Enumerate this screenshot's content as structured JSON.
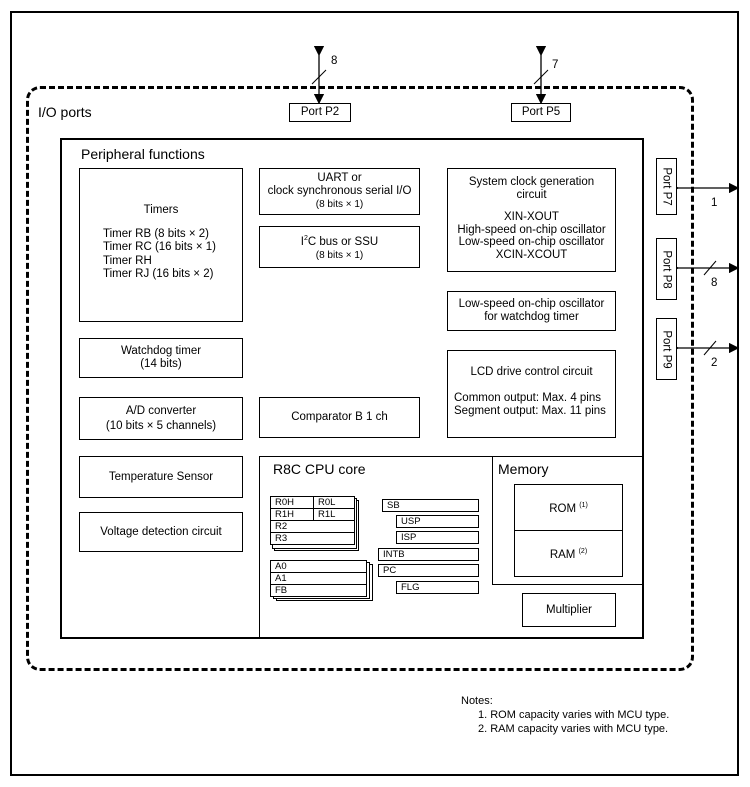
{
  "io_ports_label": "I/O ports",
  "peripheral_label": "Peripheral functions",
  "ports_top": [
    {
      "label": "Port P2",
      "pins": "8"
    },
    {
      "label": "Port P5",
      "pins": "7"
    }
  ],
  "ports_right": [
    {
      "label": "Port P7",
      "pins": "1"
    },
    {
      "label": "Port P8",
      "pins": "8"
    },
    {
      "label": "Port P9",
      "pins": "2"
    }
  ],
  "timers": {
    "title": "Timers",
    "lines": [
      "Timer RB (8 bits × 2)",
      "Timer RC (16 bits × 1)",
      "Timer RH",
      "Timer RJ (16 bits × 2)"
    ]
  },
  "uart": {
    "line1": "UART or",
    "line2": "clock synchronous serial I/O",
    "line3": "(8 bits × 1)"
  },
  "i2c": {
    "prefix": "I",
    "sup": "2",
    "suffix": "C bus or SSU",
    "line2": "(8 bits × 1)"
  },
  "clock_gen": {
    "line1": "System clock generation",
    "line2": "circuit",
    "lines": [
      "XIN-XOUT",
      "High-speed on-chip oscillator",
      "Low-speed on-chip oscillator",
      "XCIN-XCOUT"
    ]
  },
  "wdt_osc": {
    "line1": "Low-speed on-chip oscillator",
    "line2": "for watchdog timer"
  },
  "watchdog": {
    "line1": "Watchdog timer",
    "line2": "(14 bits)"
  },
  "lcd": {
    "title": "LCD drive control circuit",
    "line1": "Common output: Max. 4 pins",
    "line2": "Segment output: Max. 11 pins"
  },
  "adc": {
    "line1": "A/D converter",
    "line2": "(10 bits × 5 channels)"
  },
  "comparator": "Comparator B 1 ch",
  "temp_sensor": "Temperature Sensor",
  "voltage_detect": "Voltage detection circuit",
  "cpu_core": {
    "title": "R8C CPU core",
    "regs_left": [
      "R0H",
      "R0L",
      "R1H",
      "R1L",
      "R2",
      "R3",
      "A0",
      "A1",
      "FB"
    ],
    "regs_right": [
      "SB",
      "USP",
      "ISP",
      "INTB",
      "PC",
      "FLG"
    ]
  },
  "memory": {
    "title": "Memory",
    "rom": "ROM",
    "rom_note": "(1)",
    "ram": "RAM",
    "ram_note": "(2)"
  },
  "multiplier": "Multiplier",
  "notes": {
    "title": "Notes:",
    "items": [
      "1. ROM capacity varies with MCU type.",
      "2. RAM capacity varies with MCU type."
    ]
  }
}
